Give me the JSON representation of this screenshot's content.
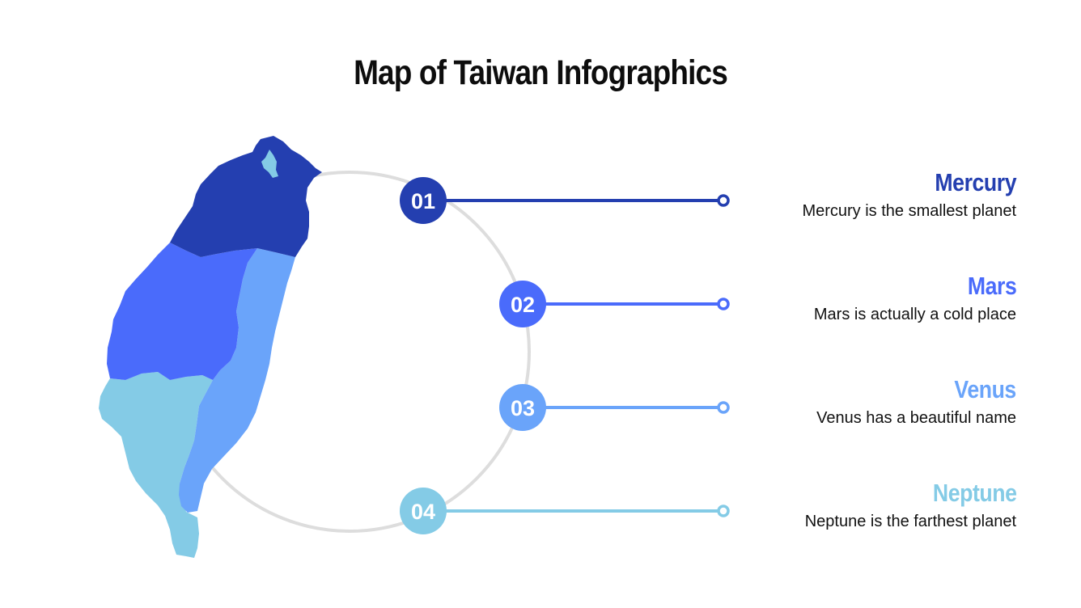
{
  "slide": {
    "title": "Map of Taiwan Infographics",
    "background": "#ffffff"
  },
  "map": {
    "subject": "Taiwan",
    "regions": [
      {
        "name": "north",
        "color": "#243FB0"
      },
      {
        "name": "central-west",
        "color": "#4A6BFB"
      },
      {
        "name": "east",
        "color": "#6AA4FA"
      },
      {
        "name": "south",
        "color": "#84CBE6"
      }
    ],
    "ring_color": "#DDDDDD"
  },
  "items": [
    {
      "number": "01",
      "title": "Mercury",
      "description": "Mercury is the smallest planet",
      "color": "#243FB0"
    },
    {
      "number": "02",
      "title": "Mars",
      "description": "Mars is actually a cold place",
      "color": "#4A6BFB"
    },
    {
      "number": "03",
      "title": "Venus",
      "description": "Venus has a beautiful name",
      "color": "#6AA4FA"
    },
    {
      "number": "04",
      "title": "Neptune",
      "description": "Neptune is the farthest planet",
      "color": "#84CBE6"
    }
  ]
}
